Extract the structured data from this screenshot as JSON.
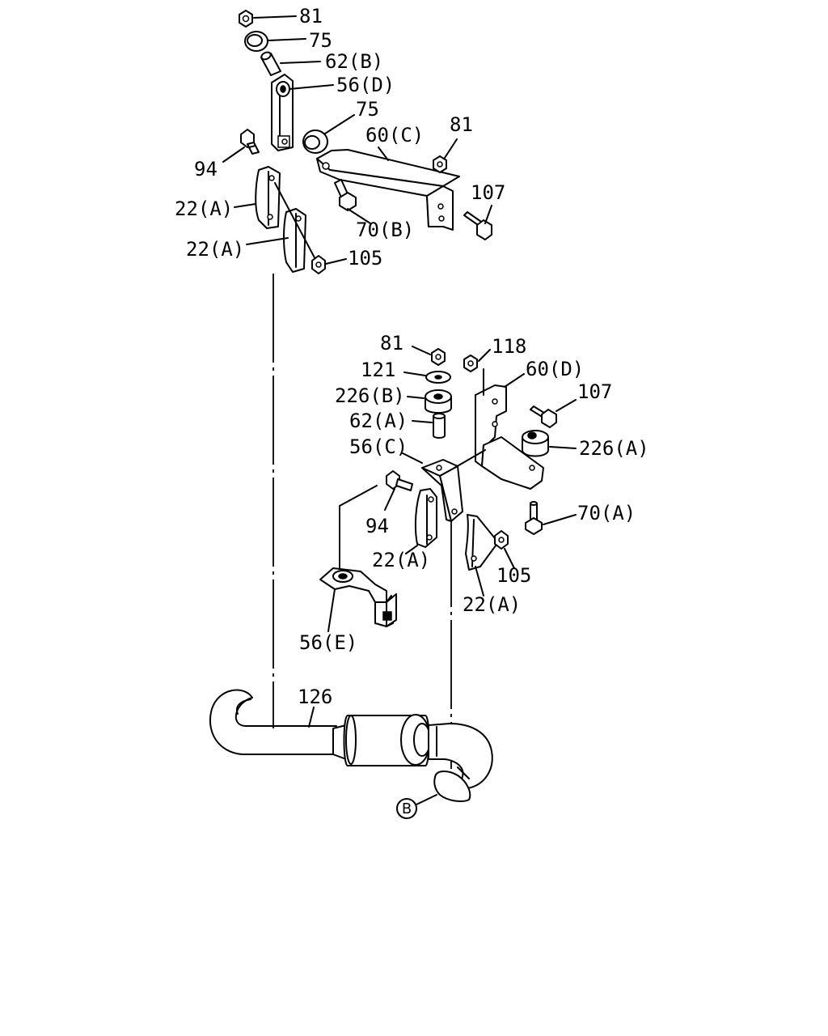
{
  "labels": {
    "top_81": "81",
    "top_75a": "75",
    "top_62b": "62(B)",
    "top_56d": "56(D)",
    "top_75b": "75",
    "top_60c": "60(C)",
    "top_81b": "81",
    "top_94": "94",
    "top_107": "107",
    "top_22a_1": "22(A)",
    "top_70b": "70(B)",
    "top_22a_2": "22(A)",
    "top_105": "105",
    "mid_81": "81",
    "mid_118": "118",
    "mid_121": "121",
    "mid_60d": "60(D)",
    "mid_226b": "226(B)",
    "mid_107": "107",
    "mid_62a": "62(A)",
    "mid_56c": "56(C)",
    "mid_226a": "226(A)",
    "mid_94": "94",
    "mid_70a": "70(A)",
    "mid_22a_1": "22(A)",
    "mid_105": "105",
    "mid_22a_2": "22(A)",
    "mid_56e": "56(E)",
    "bot_126": "126",
    "bot_b": "B"
  }
}
